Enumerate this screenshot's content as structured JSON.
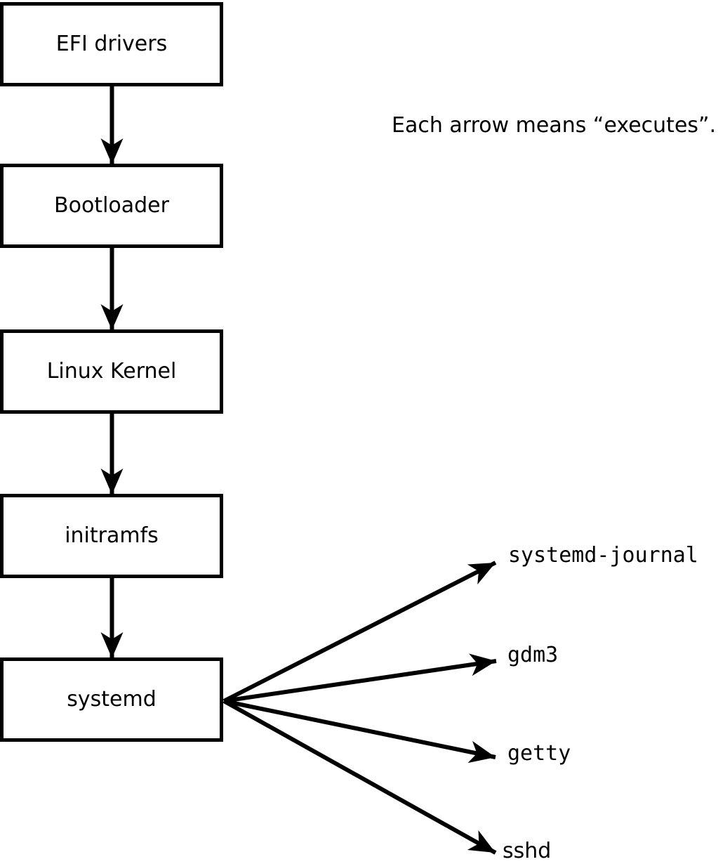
{
  "diagram": {
    "note": "Each arrow means “executes”.",
    "boxes": [
      {
        "label": "EFI drivers"
      },
      {
        "label": "Bootloader"
      },
      {
        "label": "Linux Kernel"
      },
      {
        "label": "initramfs"
      },
      {
        "label": "systemd"
      }
    ],
    "processes": [
      {
        "label": "systemd-journal"
      },
      {
        "label": "gdm3"
      },
      {
        "label": "getty"
      },
      {
        "label": "sshd"
      }
    ],
    "colors": {
      "stroke": "#000000",
      "box_fill": "#ffffff",
      "background": "#ffffff",
      "text": "#000000"
    }
  }
}
